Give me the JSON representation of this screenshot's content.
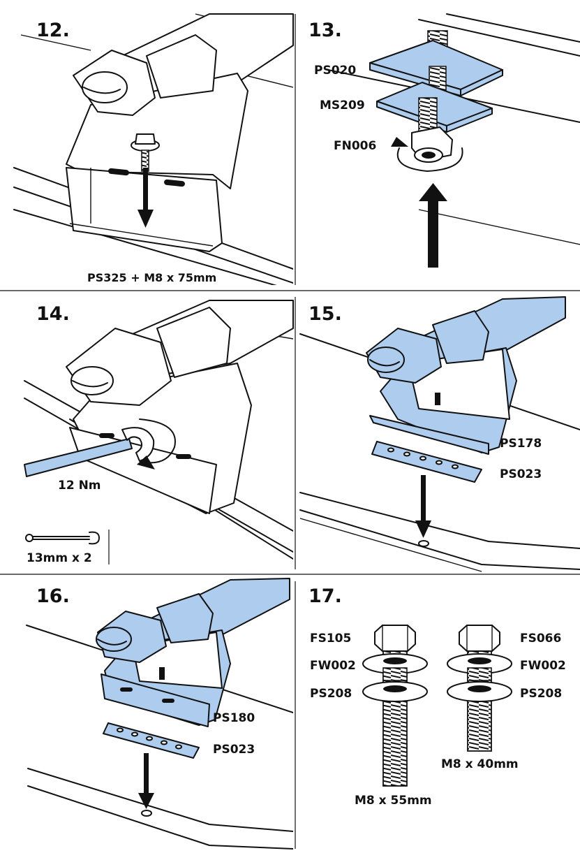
{
  "colors": {
    "highlight": "#aecdee",
    "ink": "#111111",
    "background": "#ffffff"
  },
  "steps": {
    "s12": {
      "number": "12.",
      "label": "PS325 + M8 x 75mm"
    },
    "s13": {
      "number": "13.",
      "parts": {
        "a": "PS020",
        "b": "MS209",
        "c": "FN006"
      }
    },
    "s14": {
      "number": "14.",
      "torque": "12 Nm",
      "tool": "13mm x 2",
      "tool_icon": "spanner-icon"
    },
    "s15": {
      "number": "15.",
      "parts": {
        "a": "PS178",
        "b": "PS023"
      }
    },
    "s16": {
      "number": "16.",
      "parts": {
        "a": "PS180",
        "b": "PS023"
      }
    },
    "s17": {
      "number": "17.",
      "left_labels": [
        "FS105",
        "FW002",
        "PS208"
      ],
      "right_labels": [
        "FS066",
        "FW002",
        "PS208"
      ],
      "bolt_long": "M8 x 55mm",
      "bolt_short": "M8 x 40mm"
    }
  }
}
